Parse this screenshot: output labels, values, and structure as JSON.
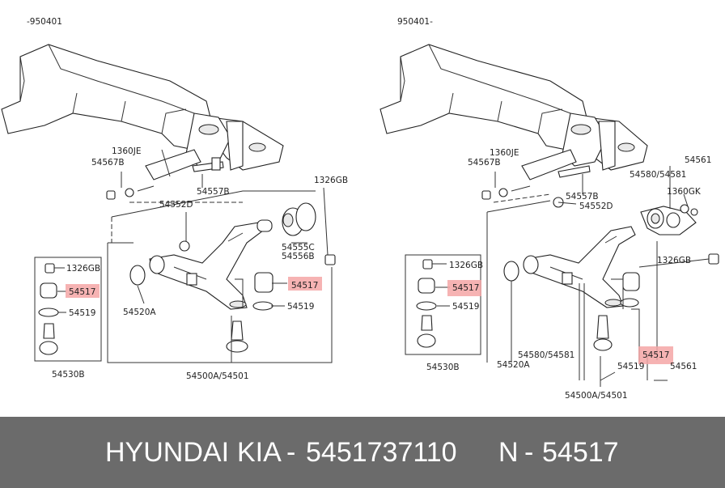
{
  "left": {
    "date_range": "-950401",
    "labels": {
      "l1360je": "1360JE",
      "l54567b": "54567B",
      "l54557b": "54557B",
      "l54552d": "54552D",
      "l1326gb_top": "1326GB",
      "l54555c": "54555C",
      "l54556b": "54556B",
      "l1326gb_box": "1326GB",
      "l54517_box": "54517",
      "l54519_box": "54519",
      "l54530b": "54530B",
      "l54520a": "54520A",
      "l54517_arm": "54517",
      "l54519_arm": "54519",
      "l54500a": "54500A/54501"
    }
  },
  "right": {
    "date_range": "950401-",
    "labels": {
      "l1360je": "1360JE",
      "l54567b": "54567B",
      "l54557b": "54557B",
      "l54552d": "54552D",
      "l54561_top": "54561",
      "l54580_top": "54580/54581",
      "l1360gk": "1360GK",
      "l1326gb_box": "1326GB",
      "l54517_box": "54517",
      "l54519_box": "54519",
      "l54530b": "54530B",
      "l1326gb_arm": "1326GB",
      "l54580_bot": "54580/54581",
      "l54520a": "54520A",
      "l54517_arm": "54517",
      "l54519_arm": "54519",
      "l54561_bot": "54561",
      "l54500a": "54500A/54501"
    }
  },
  "footer": {
    "brand": "HYUNDAI",
    "make": "KIA",
    "dash1": "-",
    "part_number": "5451737110",
    "n_label": "N",
    "dash2": "-",
    "ref_number": "54517"
  },
  "colors": {
    "highlight": "#f4a6a6",
    "footer_bg": "#6b6b6b",
    "footer_text": "#ffffff"
  }
}
